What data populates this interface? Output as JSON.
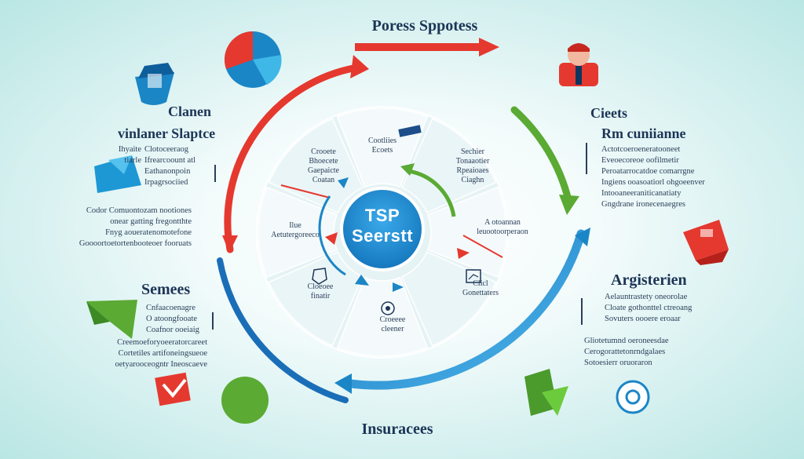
{
  "title": "Poress Sppotess",
  "hub": {
    "line1": "TSP",
    "line2": "Seerstt"
  },
  "bottom_label": "Insuracees",
  "segments": [
    {
      "lines": [
        "Cootliies",
        "Ecoets"
      ]
    },
    {
      "lines": [
        "Sechier",
        "Tonaaotier",
        "Rpeaioaes",
        "Ciaghn"
      ]
    },
    {
      "lines": [
        "A otoannan",
        "leuootoorperaon"
      ]
    },
    {
      "lines": [
        "Clicl",
        "Gonettaters"
      ]
    },
    {
      "lines": [
        "Croeeee",
        "cleener"
      ]
    },
    {
      "lines": [
        "Cloeoee",
        "finatir"
      ]
    },
    {
      "lines": [
        "Ilue",
        "Aetutergoreeco"
      ]
    },
    {
      "lines": [
        "Crooete",
        "Bhoecete",
        "Gaepaicte",
        "Coatan"
      ]
    }
  ],
  "left_top": {
    "heading1": "Clanen",
    "heading2": "vinlaner Slaptce",
    "col_a": [
      "Ihyaite",
      "tiarle"
    ],
    "col_b": [
      "Clotoceeraog",
      "Ifrearcoount atl",
      "Eathanonpoin",
      "Irpagrsociied"
    ]
  },
  "left_mid": [
    "Codor  Comuontozam  nootiones",
    "onear  gatting  fregontthte",
    "Fnyg  aoueratenomotefone",
    "Goooortoetortenbooteoer  fooruats"
  ],
  "left_bottom": {
    "heading": "Semees",
    "lines_a": [
      "Cnfaacoenagre",
      "O atoongfooate",
      "Coafnor ooeiaig"
    ],
    "lines_b": [
      "Creemoeforyoeeratorcareet",
      "Cortetiles artifoneingsueoe",
      "oetyarooceogntr  Ineoscaeve"
    ]
  },
  "right_top": {
    "heading1": "Cieets",
    "heading2": "Rm cuniianne",
    "lines": [
      "Actotcoeroeneratooneet",
      "Eveoecoreoe  oofilmetir",
      "Peroatarrocatdoe  comarrgne",
      "Ingiens  ooasoatiorl ohgoeenver",
      "Intooaneeraniticanatiaty",
      "Gngdrane  ironecenaegres"
    ]
  },
  "right_bottom": {
    "heading": "Argisterien",
    "lines_a": [
      "Aelauntrastety oneorolae",
      "Cloate gothonttel  ctreoang",
      "Sovuters  oooere  eroaar"
    ],
    "lines_b": [
      "Gliotetumnd  oeroneesdae",
      "Cerogorattetonrndgalaes",
      "Sotoesierr  oruoraron"
    ]
  },
  "colors": {
    "red": "#e5392f",
    "green": "#5aaa33",
    "blue": "#1b86c6",
    "navy": "#1c3556",
    "hub": "#1f8ed2",
    "background": "#d4f0ee"
  },
  "icons": [
    "bucket-icon",
    "pie-chart-icon",
    "person-icon",
    "paper-plane-icon",
    "folded-paper-icon",
    "red-box-icon",
    "red-checkbox-icon",
    "green-circle-icon",
    "green-folder-icon",
    "gear-badge-icon",
    "tablet-icon",
    "chart-frame-icon",
    "gear-icon",
    "shield-icon"
  ]
}
